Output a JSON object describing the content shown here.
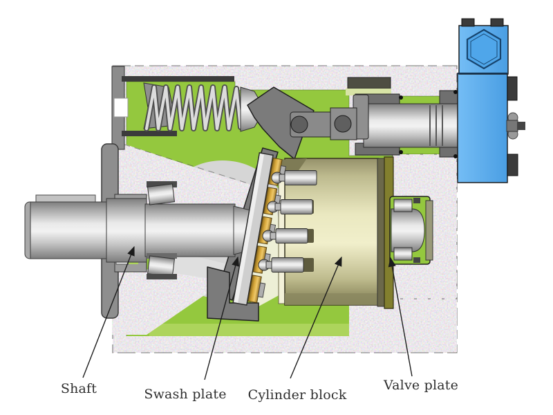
{
  "diagram": {
    "labels": [
      {
        "id": "shaft",
        "text": "Shaft"
      },
      {
        "id": "swash-plate",
        "text": "Swash plate"
      },
      {
        "id": "cylinder-block",
        "text": "Cylinder block"
      },
      {
        "id": "valve-plate",
        "text": "Valve plate"
      }
    ],
    "colors": {
      "background": "#ffffff",
      "cutaway_green": "#94C83E",
      "cutaway_green_light": "#ADD45C",
      "housing_speckle_base": "#F2EDF0",
      "metal_light": "#EDEDED",
      "metal_mid": "#ADADAD",
      "metal_dark": "#6E6E6E",
      "yoke_gray": "#7B7B7B",
      "shoe_gold": "#C89A33",
      "cylinder_block_khaki": "#E9E7BE",
      "valve_plate_olive": "#827F2E",
      "valve_block_blue": "#57ADEE",
      "port_dark": "#3B3B3B",
      "label_text": "#2E2E2E",
      "leader_line": "#1C1C1C"
    }
  }
}
